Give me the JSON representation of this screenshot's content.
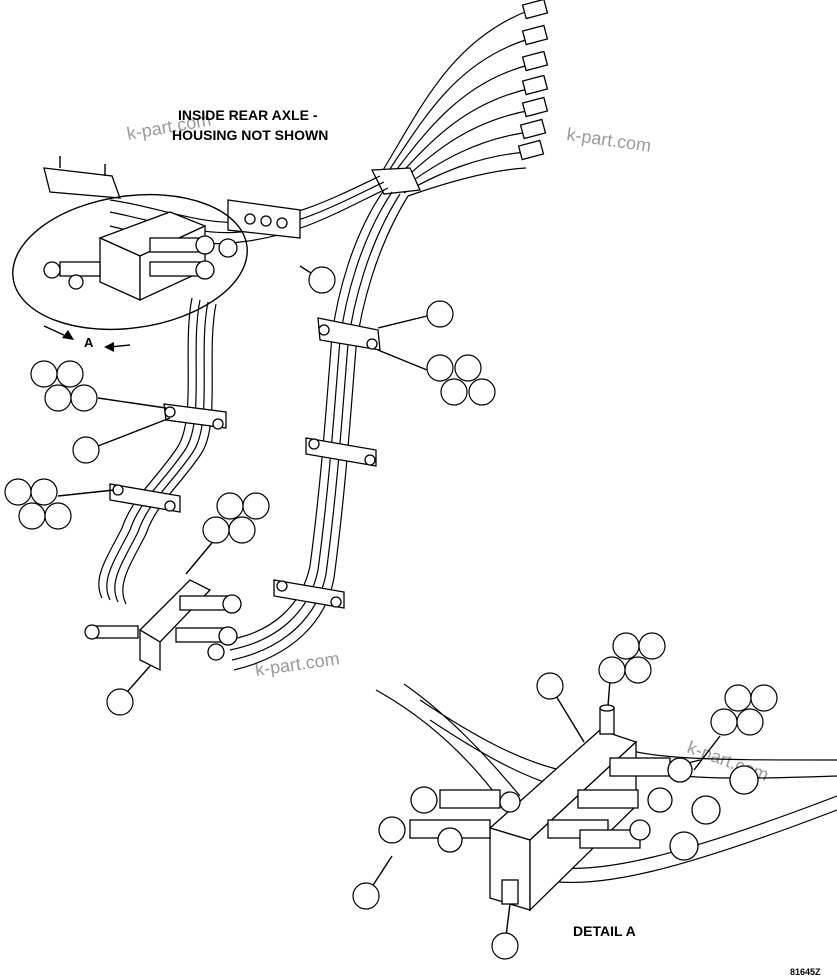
{
  "labels": {
    "housing_note_line1": "INSIDE REAR AXLE -",
    "housing_note_line2": "HOUSING NOT SHOWN",
    "detail_ref": "A",
    "detail_title": "DETAIL A",
    "drawing_number": "81645Z"
  },
  "watermark": "k-part.com"
}
